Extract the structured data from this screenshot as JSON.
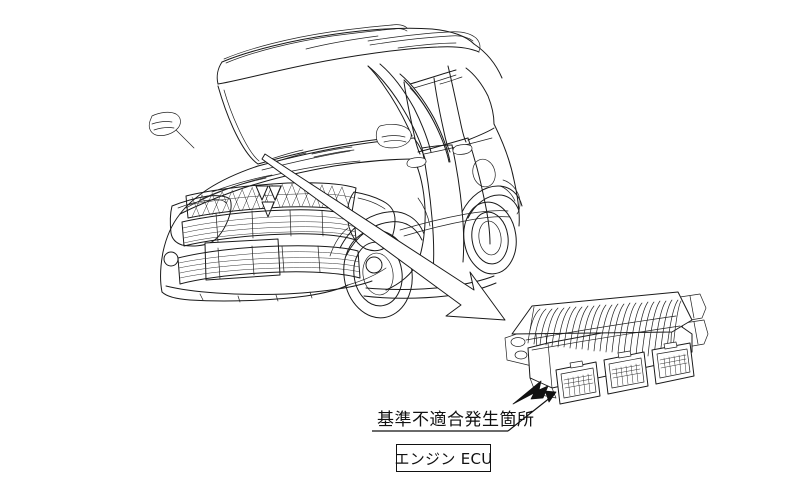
{
  "document": {
    "type": "technical-illustration",
    "subject": "kei car engine ECU recall location diagram",
    "background_color": "#ffffff",
    "line_color": "#1a1a1a"
  },
  "labels": {
    "callout_text": "基準不適合発生箇所",
    "component_box_text": "エンジン ECU"
  },
  "figures": {
    "vehicle": {
      "name": "kei-car-three-quarter-front-left-view",
      "brand_emblem": "mitsubishi-three-diamond",
      "features": [
        "roof-rails",
        "windshield",
        "hood",
        "upper-mesh-grille",
        "lower-slat-grille",
        "license-plate",
        "headlamps",
        "fog-lamp-recesses",
        "front-wheel",
        "rear-wheel",
        "side-mirror",
        "door-handles",
        "fuel-filler-door",
        "tail-lamp"
      ]
    },
    "ecu": {
      "name": "engine-ecu-module",
      "features": [
        "finned-heatsink-top",
        "left-mounting-bracket",
        "right-mounting-bracket",
        "connector-1",
        "connector-2",
        "connector-3"
      ],
      "heatsink_fin_count": 25,
      "connector_count": 3
    }
  },
  "annotations": {
    "big_arrow": {
      "name": "vehicle-to-ecu-arrow",
      "style": "outlined",
      "from": "engine-bay",
      "to": "ecu-module"
    },
    "leader_arrow": {
      "name": "callout-leader-arrow",
      "style": "solid-filled",
      "from": "callout-underline",
      "to": "ecu-lower-left"
    },
    "small_arrow": {
      "name": "ecu-pointer-arrow",
      "style": "solid-filled"
    }
  }
}
